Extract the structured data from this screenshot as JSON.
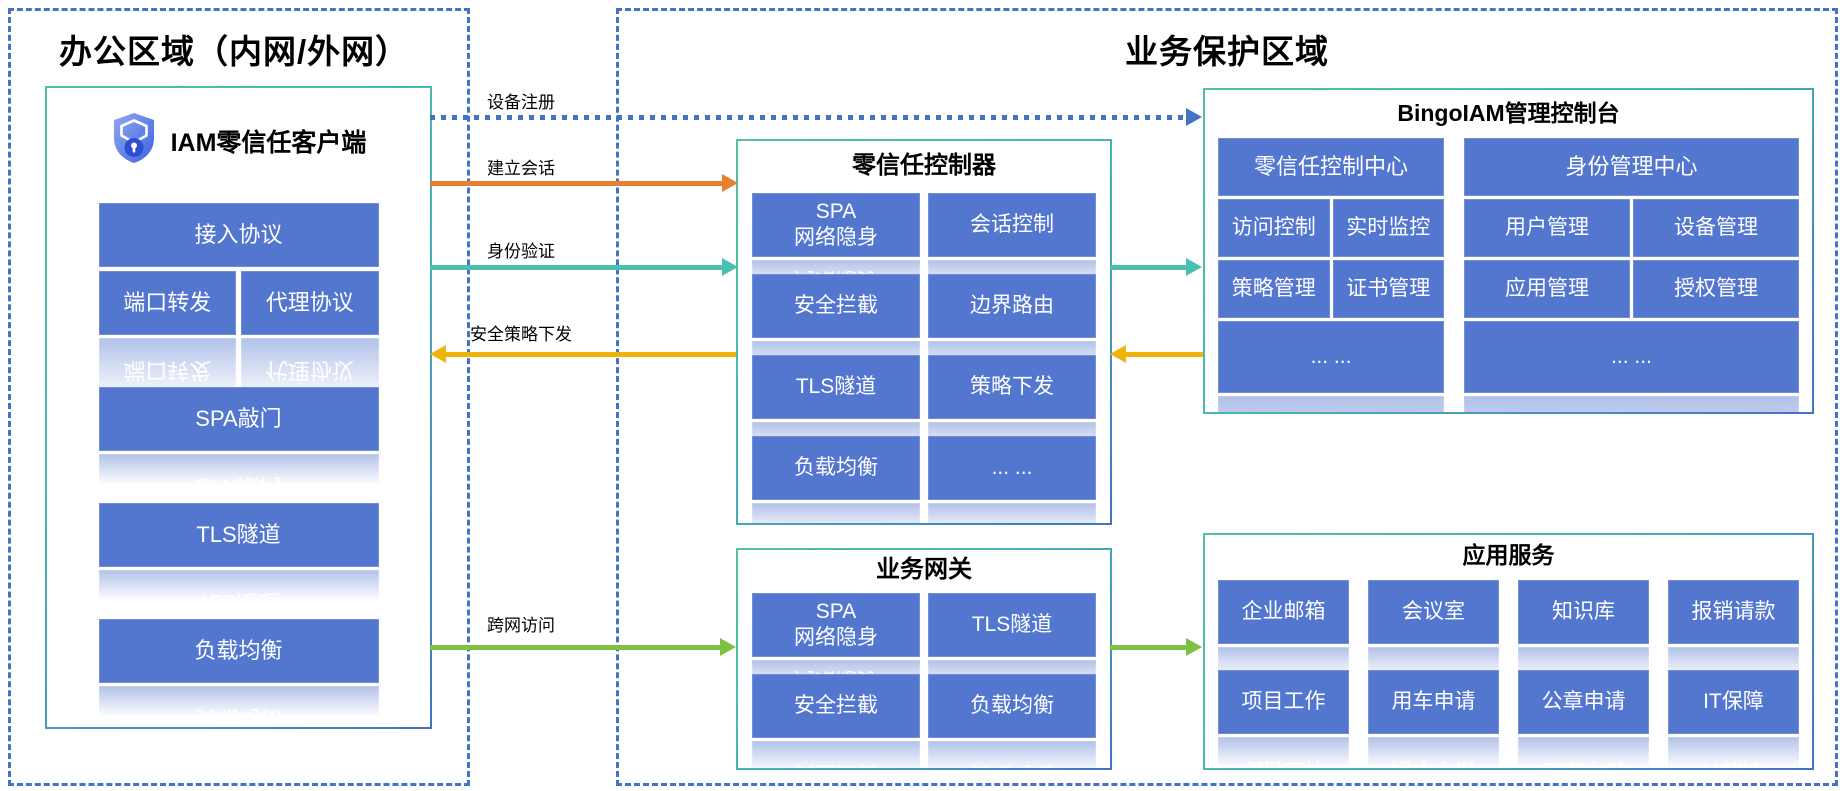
{
  "regions": {
    "office": {
      "title": "办公区域（内网/外网）"
    },
    "business": {
      "title": "业务保护区域"
    }
  },
  "client": {
    "icon": "shield-lock-icon",
    "title": "IAM零信任客户端",
    "cells": [
      "接入协议",
      "端口转发",
      "代理协议",
      "SPA敲门",
      "TLS隧道",
      "负载均衡"
    ]
  },
  "controller": {
    "title": "零信任控制器",
    "cells": [
      [
        "SPA\n网络隐身",
        "会话控制"
      ],
      [
        "安全拦截",
        "边界路由"
      ],
      [
        "TLS隧道",
        "策略下发"
      ],
      [
        "负载均衡",
        "... ..."
      ]
    ]
  },
  "gateway": {
    "title": "业务网关",
    "cells": [
      [
        "SPA\n网络隐身",
        "TLS隧道"
      ],
      [
        "安全拦截",
        "负载均衡"
      ]
    ]
  },
  "console": {
    "title": "BingoIAM管理控制台",
    "panels": [
      {
        "header": "零信任控制中心",
        "cells": [
          [
            "访问控制",
            "实时监控"
          ],
          [
            "策略管理",
            "证书管理"
          ]
        ],
        "ellipsis": "... ..."
      },
      {
        "header": "身份管理中心",
        "cells": [
          [
            "用户管理",
            "设备管理"
          ],
          [
            "应用管理",
            "授权管理"
          ]
        ],
        "ellipsis": "... ..."
      }
    ]
  },
  "apps": {
    "title": "应用服务",
    "cells": [
      [
        "企业邮箱",
        "会议室",
        "知识库",
        "报销请款"
      ],
      [
        "项目工作",
        "用车申请",
        "公章申请",
        "IT保障"
      ]
    ]
  },
  "flows": [
    {
      "label": "设备注册",
      "color": "#4472C4",
      "style": "dotted",
      "direction": "right"
    },
    {
      "label": "建立会话",
      "color": "#E8812D",
      "style": "solid",
      "direction": "right"
    },
    {
      "label": "身份验证",
      "color": "#49C0B0",
      "style": "solid",
      "direction": "right"
    },
    {
      "label": "安全策略下发",
      "color": "#EFB40A",
      "style": "solid",
      "direction": "left"
    },
    {
      "label": "跨网访问",
      "color": "#7CC142",
      "style": "solid",
      "direction": "right"
    }
  ],
  "colors": {
    "cell_blue": "#5377CE",
    "dashed_border": "#4472C4",
    "box_border_start": "#53C295",
    "box_border_end": "#4472C4"
  }
}
